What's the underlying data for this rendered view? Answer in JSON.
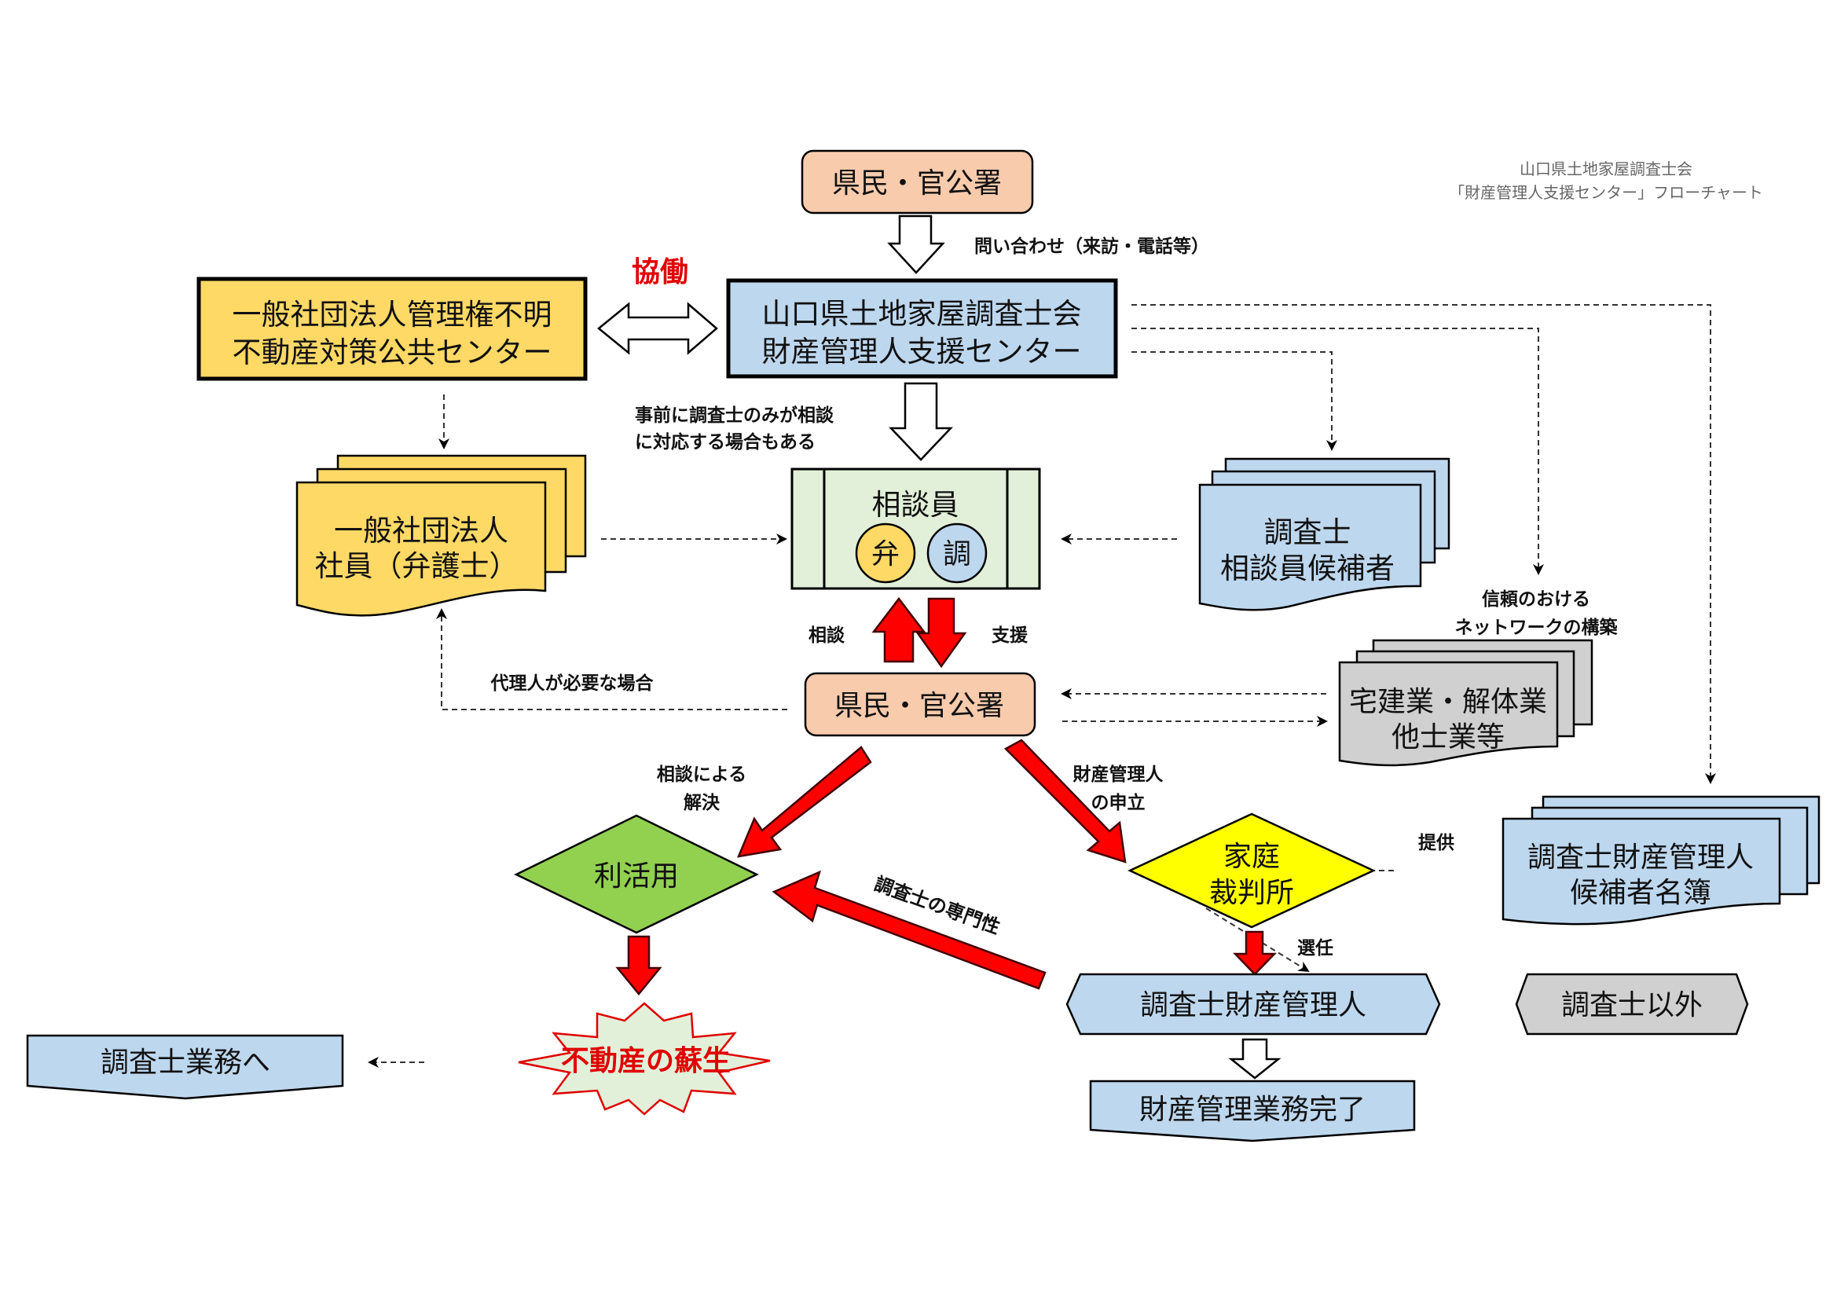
{
  "title": {
    "line1": "山口県土地家屋調査士会",
    "line2": "「財産管理人支援センター」フローチャート"
  },
  "colors": {
    "citizen": "#f8cbad",
    "center": "#bdd7ee",
    "partner": "#ffd966",
    "consultant": "#e2f0d9",
    "network": "#d0d0d0",
    "use": "#92d050",
    "court": "#ffff00",
    "revival": "#e2f0d9",
    "red_arrow": "#ff0000",
    "red_text": "#e00000"
  },
  "nodes": {
    "citizen_top": "県民・官公署",
    "center_line1": "山口県土地家屋調査士会",
    "center_line2": "財産管理人支援センター",
    "partner_line1": "一般社団法人管理権不明",
    "partner_line2": "不動産対策公共センター",
    "partner_members_line1": "一般社団法人",
    "partner_members_line2": "社員（弁護士）",
    "consultant_title": "相談員",
    "consultant_badge_lawyer": "弁",
    "consultant_badge_surveyor": "調",
    "candidates_line1": "調査士",
    "candidates_line2": "相談員候補者",
    "network_line1": "宅建業・解体業",
    "network_line2": "他士業等",
    "citizen_mid": "県民・官公署",
    "use": "利活用",
    "court_line1": "家庭",
    "court_line2": "裁判所",
    "registry_line1": "調査士財産管理人",
    "registry_line2": "候補者名簿",
    "revival": "不動産の蘇生",
    "to_work": "調査士業務へ",
    "manager": "調査士財産管理人",
    "other": "調査士以外",
    "complete": "財産管理業務完了"
  },
  "labels": {
    "cooperation": "協働",
    "inquiry": "問い合わせ（来訪・電話等）",
    "prior_line1": "事前に調査士のみが相談",
    "prior_line2": "に対応する場合もある",
    "consult": "相談",
    "support": "支援",
    "agent_needed": "代理人が必要な場合",
    "trusted_line1": "信頼のおける",
    "trusted_line2": "ネットワークの構築",
    "resolve_line1": "相談による",
    "resolve_line2": "解決",
    "petition_line1": "財産管理人",
    "petition_line2": "の申立",
    "provide": "提供",
    "expertise": "調査士の専門性",
    "appoint": "選任"
  }
}
